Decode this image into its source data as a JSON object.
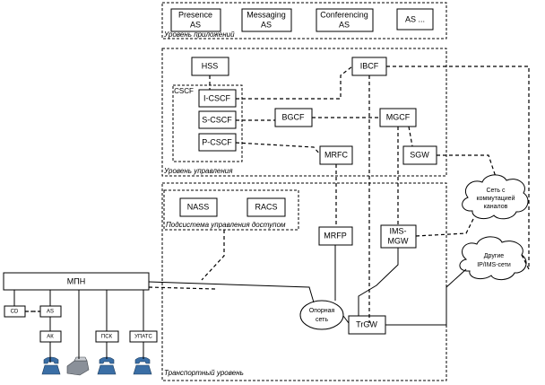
{
  "levels": {
    "app": "Уровень приложений",
    "control": "Уровень управления",
    "transport": "Транспортный уровень",
    "access": "Подсистема управления доступом"
  },
  "app_servers": {
    "presence": [
      "Presence",
      "AS"
    ],
    "messaging": [
      "Messaging",
      "AS"
    ],
    "conferencing": [
      "Conferencing",
      "AS"
    ],
    "other": "AS ..."
  },
  "control_nodes": {
    "hss": "HSS",
    "cscf": "CSCF",
    "icscf": "I-CSCF",
    "scscf": "S-CSCF",
    "pcscf": "P-CSCF",
    "bgcf": "BGCF",
    "mgcf": "MGCF",
    "ibcf": "IBCF",
    "mrfc": "MRFC",
    "sgw": "SGW"
  },
  "transport_nodes": {
    "nass": "NASS",
    "racs": "RACS",
    "mrfp": "MRFP",
    "imsmgw": [
      "IMS-",
      "MGW"
    ],
    "trgw": "TrGW",
    "core": [
      "Опорная",
      "сеть"
    ]
  },
  "clouds": {
    "pstn": [
      "Сеть с",
      "коммутацией",
      "каналов"
    ],
    "other_ip": [
      "Другие",
      "IP/IMS-сети"
    ]
  },
  "access_side": {
    "mpn": "МПН",
    "cd": "CD",
    "as": "AS",
    "ak": "АК",
    "psk": "ПСК",
    "upats": "УПАТС"
  },
  "icons": [
    "phone-icon",
    "fax-icon",
    "phone-icon",
    "phone-icon"
  ]
}
